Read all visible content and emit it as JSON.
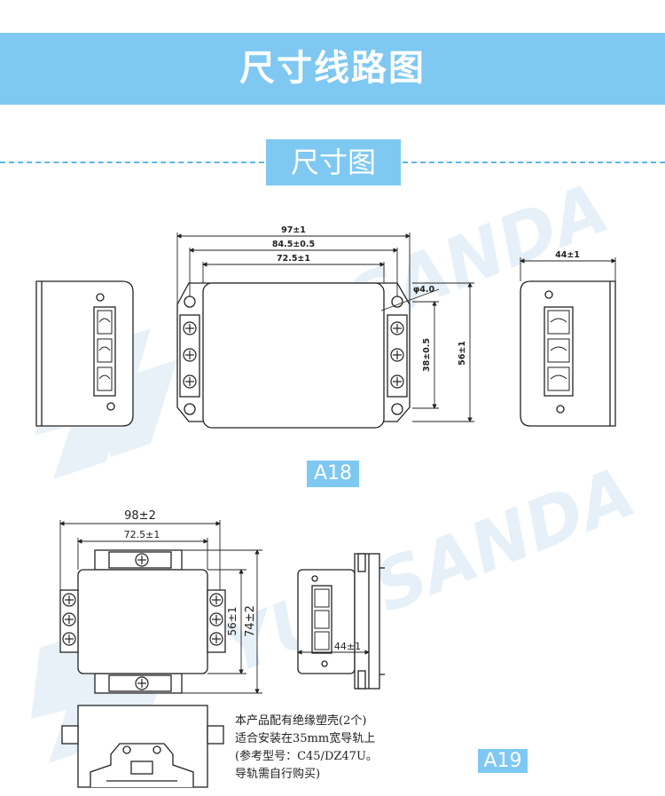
{
  "header": {
    "title": "尺寸线路图"
  },
  "section": {
    "title": "尺寸图"
  },
  "watermark": {
    "text": "YUNSANDA",
    "color": "#e3eef7"
  },
  "colors": {
    "banner": "#7ec8f2",
    "dash": "#5bb8ea",
    "line": "#222222"
  },
  "a18": {
    "tag": "A18",
    "dims": {
      "overall": "97±1",
      "mount": "84.5±0.5",
      "body": "72.5±1",
      "hole": "φ4.0",
      "terminal_span": "38±0.5",
      "height": "56±1",
      "side_depth": "44±1"
    }
  },
  "a19": {
    "tag": "A19",
    "dims": {
      "overall": "98±2",
      "body": "72.5±1",
      "height_inner": "56±1",
      "height_outer": "74±2",
      "side_depth": "44±1"
    },
    "note": [
      "本产品配有绝缘塑壳(2个)",
      "适合安装在35mm宽导轨上",
      "(参考型号：C45/DZ47U。",
      "导轨需自行购买)"
    ]
  }
}
